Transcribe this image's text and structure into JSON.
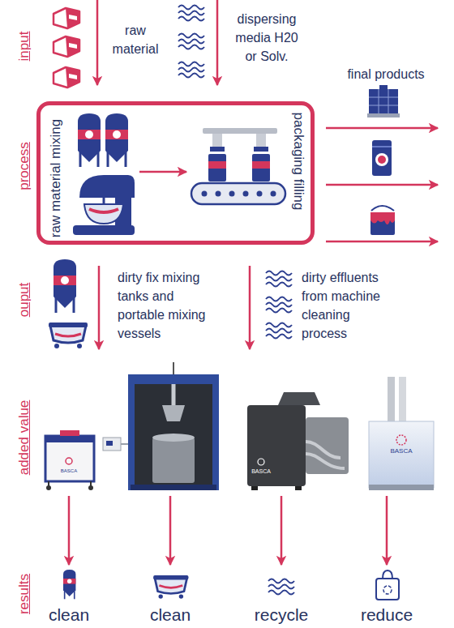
{
  "diagram": {
    "nodes": [
      {
        "text": [
          "raw material mixing",
          "packaging filling"
        ]
      }
    ],
    "labels": [
      "input",
      "raw material",
      "dispersing media H20 or Solv.",
      "final products",
      "process",
      "ouput",
      "dirty fix mixing tanks and portable mixing vessels",
      "dirty effluents from machine cleaning process",
      "added value",
      "BASCA",
      "BASCA",
      "BASCA",
      "results",
      "clean",
      "clean",
      "recycle",
      "reduce"
    ]
  }
}
